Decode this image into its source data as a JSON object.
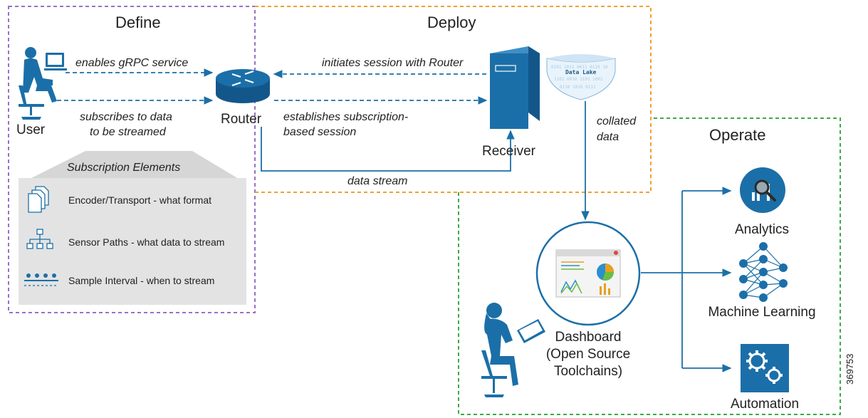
{
  "sections": {
    "define": "Define",
    "deploy": "Deploy",
    "operate": "Operate"
  },
  "nodes": {
    "user": "User",
    "router": "Router",
    "receiver": "Receiver",
    "data_lake": "Data Lake",
    "dashboard": [
      "Dashboard",
      "(Open Source",
      "Toolchains)"
    ],
    "analytics": "Analytics",
    "machine_learning": "Machine Learning",
    "automation": "Automation"
  },
  "edges": {
    "enables_grpc": "enables gRPC service",
    "subscribes": [
      "subscribes to data",
      "to be streamed"
    ],
    "initiates": "initiates session with Router",
    "establishes": [
      "establishes subscription-",
      "based session"
    ],
    "data_stream": "data stream",
    "collated": [
      "collated",
      "data"
    ]
  },
  "subscription": {
    "title": "Subscription Elements",
    "items": [
      {
        "label": "Encoder/Transport - what format",
        "icon": "documents-icon"
      },
      {
        "label": "Sensor Paths - what data to stream",
        "icon": "tree-icon"
      },
      {
        "label": "Sample Interval - when to stream",
        "icon": "timeline-icon"
      }
    ]
  },
  "figure_id": "369753",
  "colors": {
    "define_border": "#9b6fc8",
    "deploy_border": "#f0a030",
    "operate_border": "#3aaa4a",
    "accent_blue": "#1b6fa8",
    "panel_gray": "#e3e3e3"
  }
}
